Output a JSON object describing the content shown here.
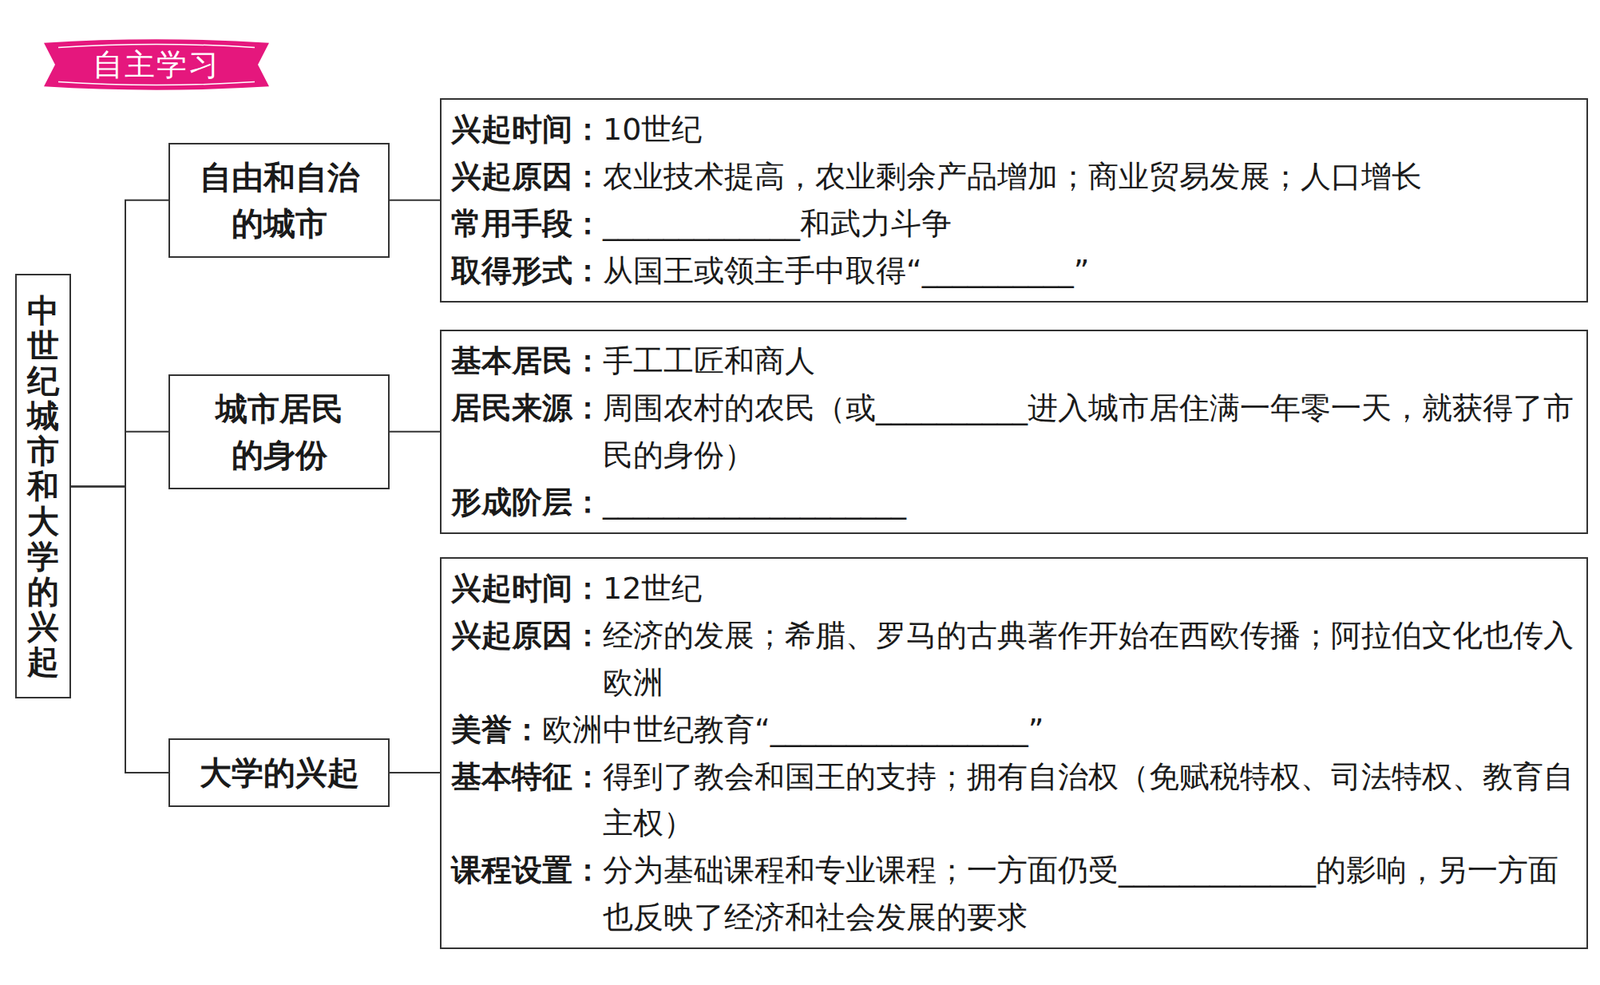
{
  "diagram": {
    "nodes": [
      {
        "text": [
          "自主学习"
        ]
      },
      {
        "text": [
          "中世纪城市和大学的兴起"
        ]
      },
      {
        "text": [
          "自由和自治的城市"
        ]
      },
      {
        "text": [
          "兴起时间：",
          "10世纪",
          "兴起原因：",
          "农业技术提高，农业剩余产品增加；商业贸易发展；人口增长",
          "常用手段：",
          "_____________和武力斗争",
          "取得形式：",
          "从国王或领主手中取得“__________”"
        ]
      },
      {
        "text": [
          "城市居民的身份"
        ]
      },
      {
        "text": [
          "基本居民：",
          "手工工匠和商人",
          "居民来源：",
          "周围农村的农民（或__________进入城市居住满一年零一天，就获得了市民的身份）",
          "形成阶层：",
          "____________________"
        ]
      },
      {
        "text": [
          "大学的兴起"
        ]
      },
      {
        "text": [
          "兴起时间：",
          "12世纪",
          "兴起原因：",
          "经济的发展；希腊、罗马的古典著作开始在西欧传播；阿拉伯文化也传入欧洲",
          "美誉：",
          "欧洲中世纪教育“_________________”",
          "基本特征：",
          "得到了教会和国王的支持；拥有自治权（免赋税特权、司法特权、教育自主权）",
          "课程设置：",
          "分为基础课程和专业课程；一方面仍受_____________的影响，另一方面也反映了经济和社会发展的要求"
        ]
      }
    ],
    "edges": [
      {
        "from": 1,
        "to": 2,
        "arrow": "none"
      },
      {
        "from": 1,
        "to": 4,
        "arrow": "none"
      },
      {
        "from": 1,
        "to": 6,
        "arrow": "none"
      },
      {
        "from": 2,
        "to": 3,
        "arrow": "none"
      },
      {
        "from": 4,
        "to": 5,
        "arrow": "none"
      },
      {
        "from": 6,
        "to": 7,
        "arrow": "none"
      }
    ]
  }
}
